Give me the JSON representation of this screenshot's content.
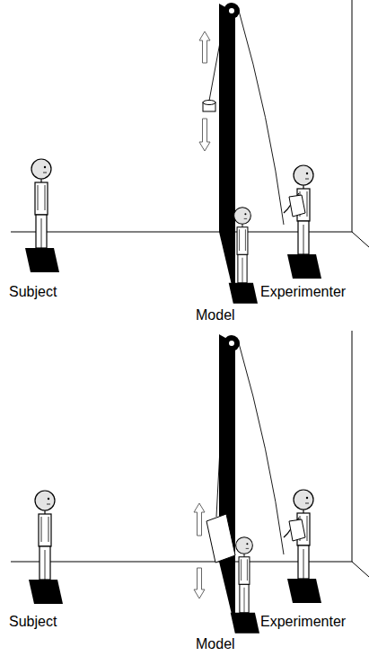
{
  "diagram": {
    "labels": [
      "Subject",
      "Model",
      "Experimenter",
      "Subject",
      "Model",
      "Experimenter"
    ]
  }
}
